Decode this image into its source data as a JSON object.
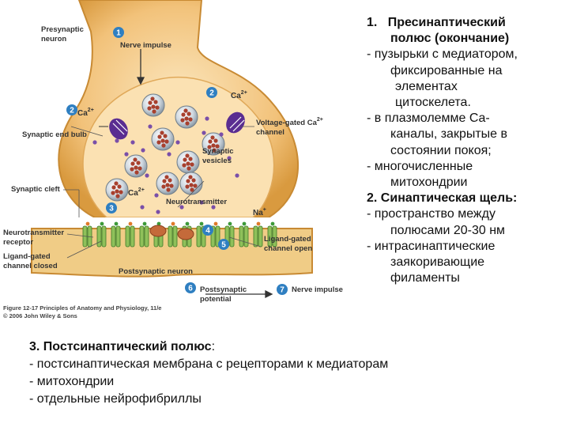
{
  "figure": {
    "labels": {
      "presynaptic_neuron_1": "Presynaptic",
      "presynaptic_neuron_2": "neuron",
      "nerve_impulse_top": "Nerve impulse",
      "ca_left": "Ca",
      "ca_right": "Ca",
      "ca_center": "Ca",
      "ca_charge": "2+",
      "synaptic_end_bulb": "Synaptic end bulb",
      "voltage_gated_1": "Voltage-gated Ca",
      "voltage_gated_2": "channel",
      "synaptic_vesicles_1": "Synaptic",
      "synaptic_vesicles_2": "vesicles",
      "synaptic_cleft": "Synaptic cleft",
      "neurotransmitter": "Neurotransmitter",
      "na": "Na",
      "na_charge": "+",
      "nt_receptor_1": "Neurotransmitter",
      "nt_receptor_2": "receptor",
      "ligand_closed_1": "Ligand-gated",
      "ligand_closed_2": "channel closed",
      "ligand_open_1": "Ligand-gated",
      "ligand_open_2": "channel open",
      "postsynaptic_neuron": "Postsynaptic neuron",
      "postsynaptic_potential_1": "Postsynaptic",
      "postsynaptic_potential_2": "potential",
      "nerve_impulse_bottom": "Nerve impulse"
    },
    "steps": [
      "1",
      "2",
      "2",
      "3",
      "4",
      "5",
      "6",
      "7"
    ],
    "caption_1": "Figure 12-17 Principles of Anatomy and Physiology, 11/e",
    "caption_2": "© 2006 John Wiley & Sons"
  },
  "right_text": {
    "h1_num": "1.",
    "h1_line1": "Пресинаптический",
    "h1_line2": "полюс (окончание)",
    "item1_line1": "- пузырьки с медиатором,",
    "item1_line2": "фиксированные на",
    "item1_line3": "элементах",
    "item1_line4": "цитоскелета.",
    "item2_line1": "- в плазмолемме Ca-",
    "item2_line2": "каналы, закрытые в",
    "item2_line3": "состоянии покоя;",
    "item3_line1": "- многочисленные",
    "item3_line2": "митохондрии",
    "h2_num": "2.",
    "h2_title": "Синаптическая щель:",
    "item4_line1": "- пространство между",
    "item4_line2": "полюсами 20-30 нм",
    "item5_line1": "- интрасинаптические",
    "item5_line2": "заякоривающие",
    "item5_line3": "филаменты"
  },
  "bottom_text": {
    "h3_num": "3.",
    "h3_title": "Постсинаптический полюс",
    "h3_colon": ":",
    "item1": "- постсинаптическая мембрана с рецепторами к медиаторам",
    "item2": "- митохондрии",
    "item3": "- отдельные нейрофибриллы"
  },
  "colors": {
    "neuron_fill": "#f2c27a",
    "neuron_inner": "#fbe7c2",
    "cleft": "#ffffff",
    "vesicle": "#c9d3dc",
    "nt_dot": "#7a4fa8",
    "step_circle": "#2f7fc1",
    "ca_channel": "#5a2d91",
    "receptor_green": "#8fc05a",
    "receptor_dark": "#3d7a2a"
  }
}
